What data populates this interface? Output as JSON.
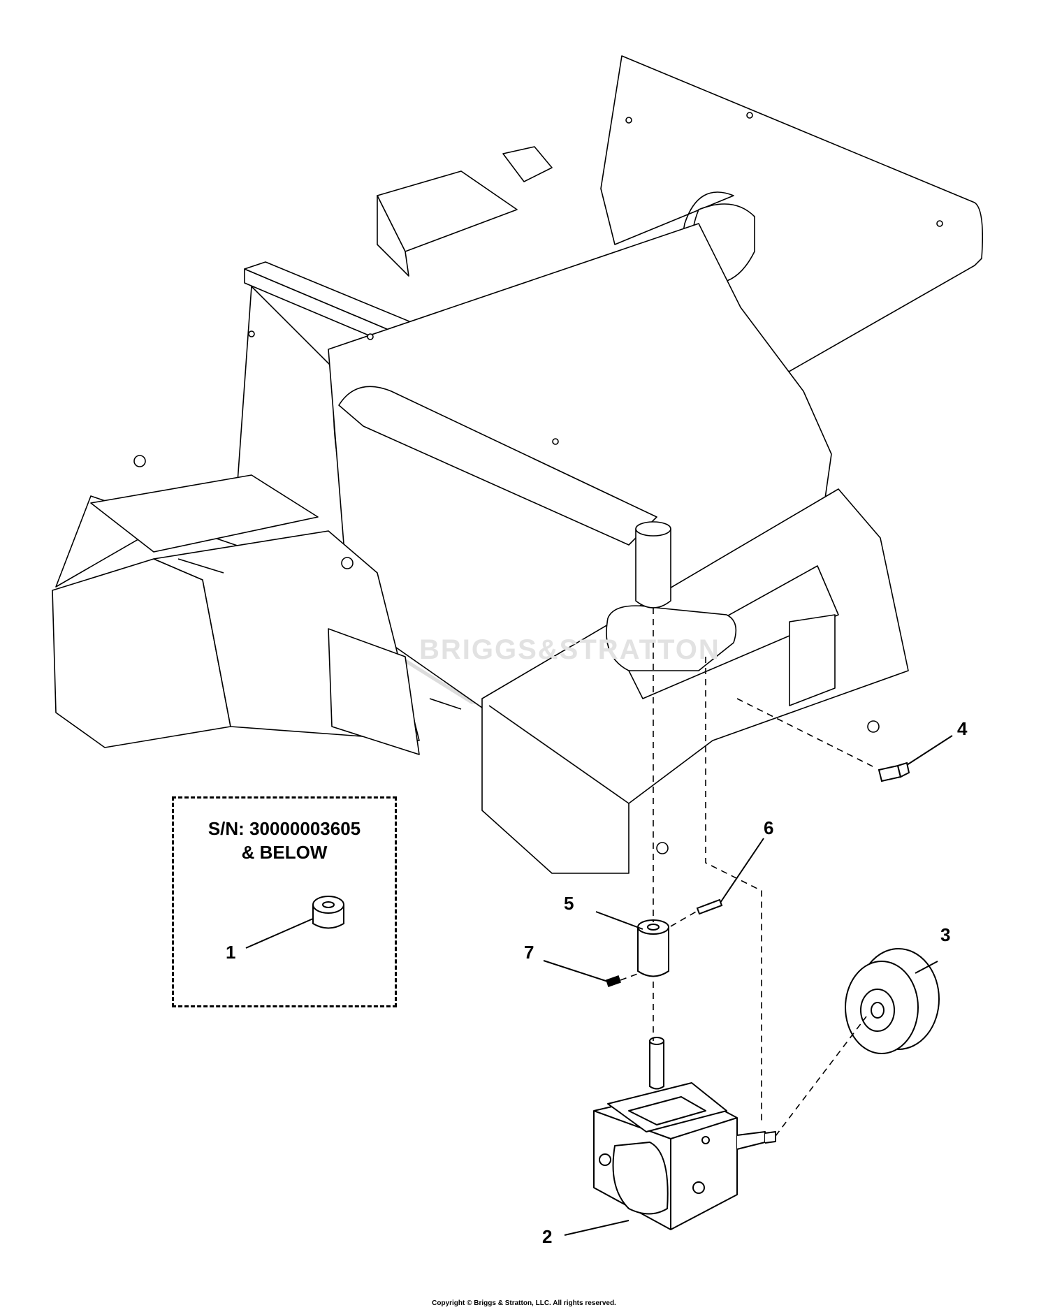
{
  "watermark": {
    "text": "BRIGGS&STRATTON"
  },
  "serial_box": {
    "line1": "S/N: 30000003605",
    "line2": "& BELOW"
  },
  "callouts": [
    {
      "id": "1",
      "part": "shaft-collar"
    },
    {
      "id": "2",
      "part": "gearbox"
    },
    {
      "id": "3",
      "part": "pulley"
    },
    {
      "id": "4",
      "part": "bolt"
    },
    {
      "id": "5",
      "part": "coupler"
    },
    {
      "id": "6",
      "part": "roll-pin"
    },
    {
      "id": "7",
      "part": "set-screw"
    }
  ],
  "footer": {
    "copyright": "Copyright © Briggs & Stratton, LLC. All rights reserved."
  }
}
